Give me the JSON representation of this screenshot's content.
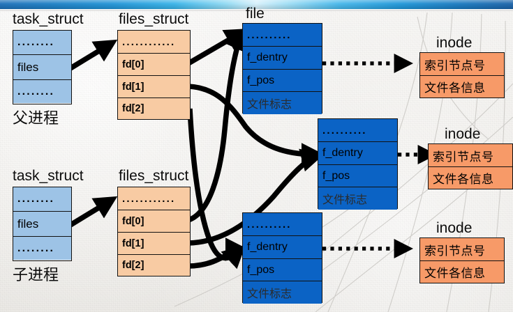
{
  "slide": {
    "banner_color": "#1f93d6",
    "background_color": "#eeece8"
  },
  "palette": {
    "task_struct_fill": "#9dc3e6",
    "files_struct_fill": "#f8cba3",
    "file_fill": "#0b63c5",
    "inode_fill": "#f79a68",
    "border": "#111111",
    "arrow": "#000000"
  },
  "labels": {
    "task_struct": "task_struct",
    "files_struct": "files_struct",
    "file": "file",
    "inode": "inode",
    "parent_process": "父进程",
    "child_process": "子进程"
  },
  "parent": {
    "caption": "父进程",
    "task_struct": {
      "title": "task_struct",
      "rows": [
        "........",
        "files",
        "........"
      ]
    },
    "files_struct": {
      "title": "files_struct",
      "rows": [
        "............",
        "fd[0]",
        "fd[1]",
        "fd[2]"
      ]
    }
  },
  "child": {
    "caption": "子进程",
    "task_struct": {
      "title": "task_struct",
      "rows": [
        "........",
        "files",
        "........"
      ]
    },
    "files_struct": {
      "title": "files_struct",
      "rows": [
        "............",
        "fd[0]",
        "fd[1]",
        "fd[2]"
      ]
    }
  },
  "files": [
    {
      "title": "file",
      "rows": [
        "..........",
        "f_dentry",
        "f_pos",
        "文件标志"
      ]
    },
    {
      "title": "",
      "rows": [
        "..........",
        "f_dentry",
        "f_pos",
        "文件标志"
      ]
    },
    {
      "title": "",
      "rows": [
        "..........",
        "f_dentry",
        "f_pos",
        "文件标志"
      ]
    }
  ],
  "inodes": [
    {
      "title": "inode",
      "rows": [
        "索引节点号",
        "文件各信息"
      ]
    },
    {
      "title": "inode",
      "rows": [
        "索引节点号",
        "文件各信息"
      ]
    },
    {
      "title": "inode",
      "rows": [
        "索引节点号",
        "文件各信息"
      ]
    }
  ]
}
